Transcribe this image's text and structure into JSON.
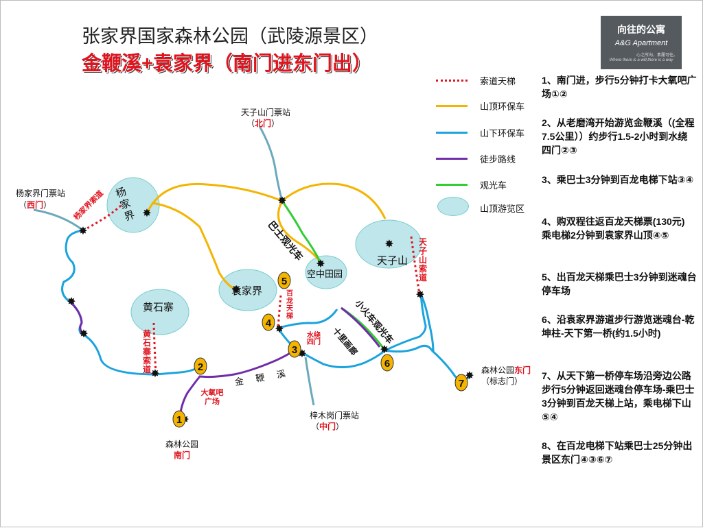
{
  "title": "张家界国家森林公园（武陵源景区）",
  "subtitle": "金鞭溪+袁家界（南门进东门出）",
  "logo": {
    "name_cn": "向往的公寓",
    "name_en": "A&G Apartment",
    "slogan": "心之所向，素履可往。",
    "tagline": "Where there is a will,there is a way"
  },
  "legend": [
    {
      "label": "索道天梯",
      "color": "#e0141e",
      "style": "dotted"
    },
    {
      "label": "山顶环保车",
      "color": "#f4b400",
      "style": "solid"
    },
    {
      "label": "山下环保车",
      "color": "#1aa3dd",
      "style": "solid"
    },
    {
      "label": "徒步路线",
      "color": "#6f2da8",
      "style": "solid"
    },
    {
      "label": "观光车",
      "color": "#33cc33",
      "style": "solid"
    },
    {
      "label": "山顶游览区",
      "color": "#bfe6ea",
      "style": "area"
    }
  ],
  "steps": [
    "1、南门进，步行5分钟打卡大氧吧广场①②",
    "2、从老磨湾开始游览金鞭溪（(全程7.5公里））约步行1.5-2小时到水绕四门②③",
    "3、乘巴士3分钟到百龙电梯下站③④",
    "4、购双程往返百龙天梯票(130元) 乘电梯2分钟到袁家界山顶④⑤",
    "5、出百龙天梯乘巴士3分钟到迷魂台停车场",
    "6、沿袁家界游道步行游览迷魂台-乾坤柱-天下第一桥(约1.5小时)",
    "7、从天下第一桥停车场沿旁边公路步行5分钟返回迷魂台停车场-乘巴士3分钟到百龙天梯上站，乘电梯下山⑤④",
    "8、在百龙电梯下站乘巴士25分钟出景区东门④③⑥⑦"
  ],
  "stations": {
    "tianzi_gate": "天子山门票站",
    "tianzi_gate_tag": "北门",
    "yangjiajie_gate": "杨家界门票站",
    "yangjiajie_gate_tag": "西门",
    "zimu_gate": "梓木岗门票站",
    "zimu_gate_tag": "中门",
    "south_gate": "森林公园",
    "south_gate_tag": "南门",
    "east_gate_a": "森林公园",
    "east_gate_tag": "东门",
    "east_gate_b": "（标志门）"
  },
  "areas": {
    "yangjiajie": "杨家界",
    "huangshizhai": "黄石寨",
    "yuanjiajie": "袁家界",
    "kongzhong": "空中田园",
    "tianzishan": "天子山"
  },
  "route_labels": {
    "yangjiajie_cable": "杨家界索道",
    "tianzi_cable": "天子山索道",
    "huangshi_cable": "黄石寨索道",
    "bailong": "百龙天梯",
    "bus_tour": "巴士观光车",
    "train": "小火车观光车",
    "gallery": "十里画廊",
    "jinbian": "金鞭溪",
    "shuirao": "水绕四门",
    "oxygen": "大氧吧广场"
  },
  "markers": [
    "1",
    "2",
    "3",
    "4",
    "5",
    "6",
    "7"
  ]
}
